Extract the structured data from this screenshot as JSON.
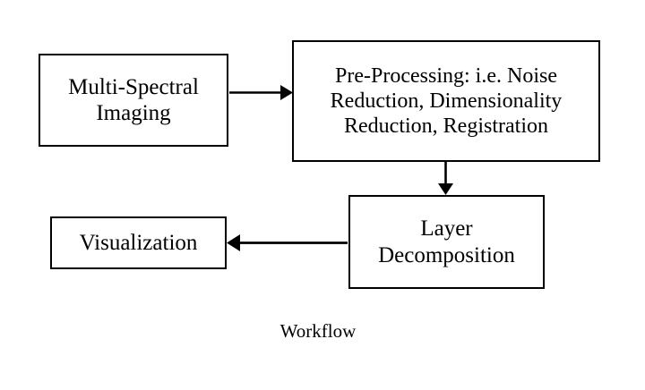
{
  "diagram": {
    "title": "Workflow",
    "caption": "Workflow",
    "background_color": "#ffffff",
    "stroke_color": "#000000",
    "nodes": [
      {
        "id": "multi-spectral-imaging",
        "label": "Multi-Spectral\nImaging",
        "shape": "rectangle"
      },
      {
        "id": "pre-processing",
        "label": "Pre-Processing: i.e. Noise\nReduction, Dimensionality\nReduction, Registration",
        "shape": "rectangle"
      },
      {
        "id": "layer-decomposition",
        "label": "Layer\nDecomposition",
        "shape": "rectangle"
      },
      {
        "id": "visualization",
        "label": "Visualization",
        "shape": "rectangle"
      }
    ],
    "edges": [
      {
        "id": "edge-imaging-to-preprocessing",
        "from": "multi-spectral-imaging",
        "to": "pre-processing",
        "direction": "right",
        "label": ""
      },
      {
        "id": "edge-preprocessing-to-layer",
        "from": "pre-processing",
        "to": "layer-decomposition",
        "direction": "down",
        "label": ""
      },
      {
        "id": "edge-layer-to-visualization",
        "from": "layer-decomposition",
        "to": "visualization",
        "direction": "left",
        "label": ""
      }
    ]
  }
}
